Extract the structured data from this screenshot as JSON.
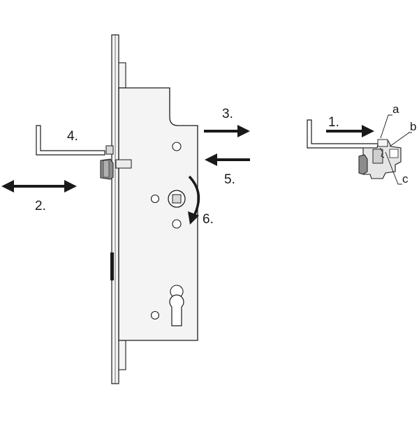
{
  "diagram": {
    "steps": {
      "s1": "1.",
      "s2": "2.",
      "s3": "3.",
      "s4": "4.",
      "s5": "5.",
      "s6": "6."
    },
    "parts": {
      "a": "a",
      "b": "b",
      "c": "c"
    },
    "colors": {
      "line": "#1a1a1a",
      "fill_light": "#f4f4f4",
      "fill_mid": "#d9d9d9",
      "fill_dark": "#8c8c8c"
    }
  }
}
